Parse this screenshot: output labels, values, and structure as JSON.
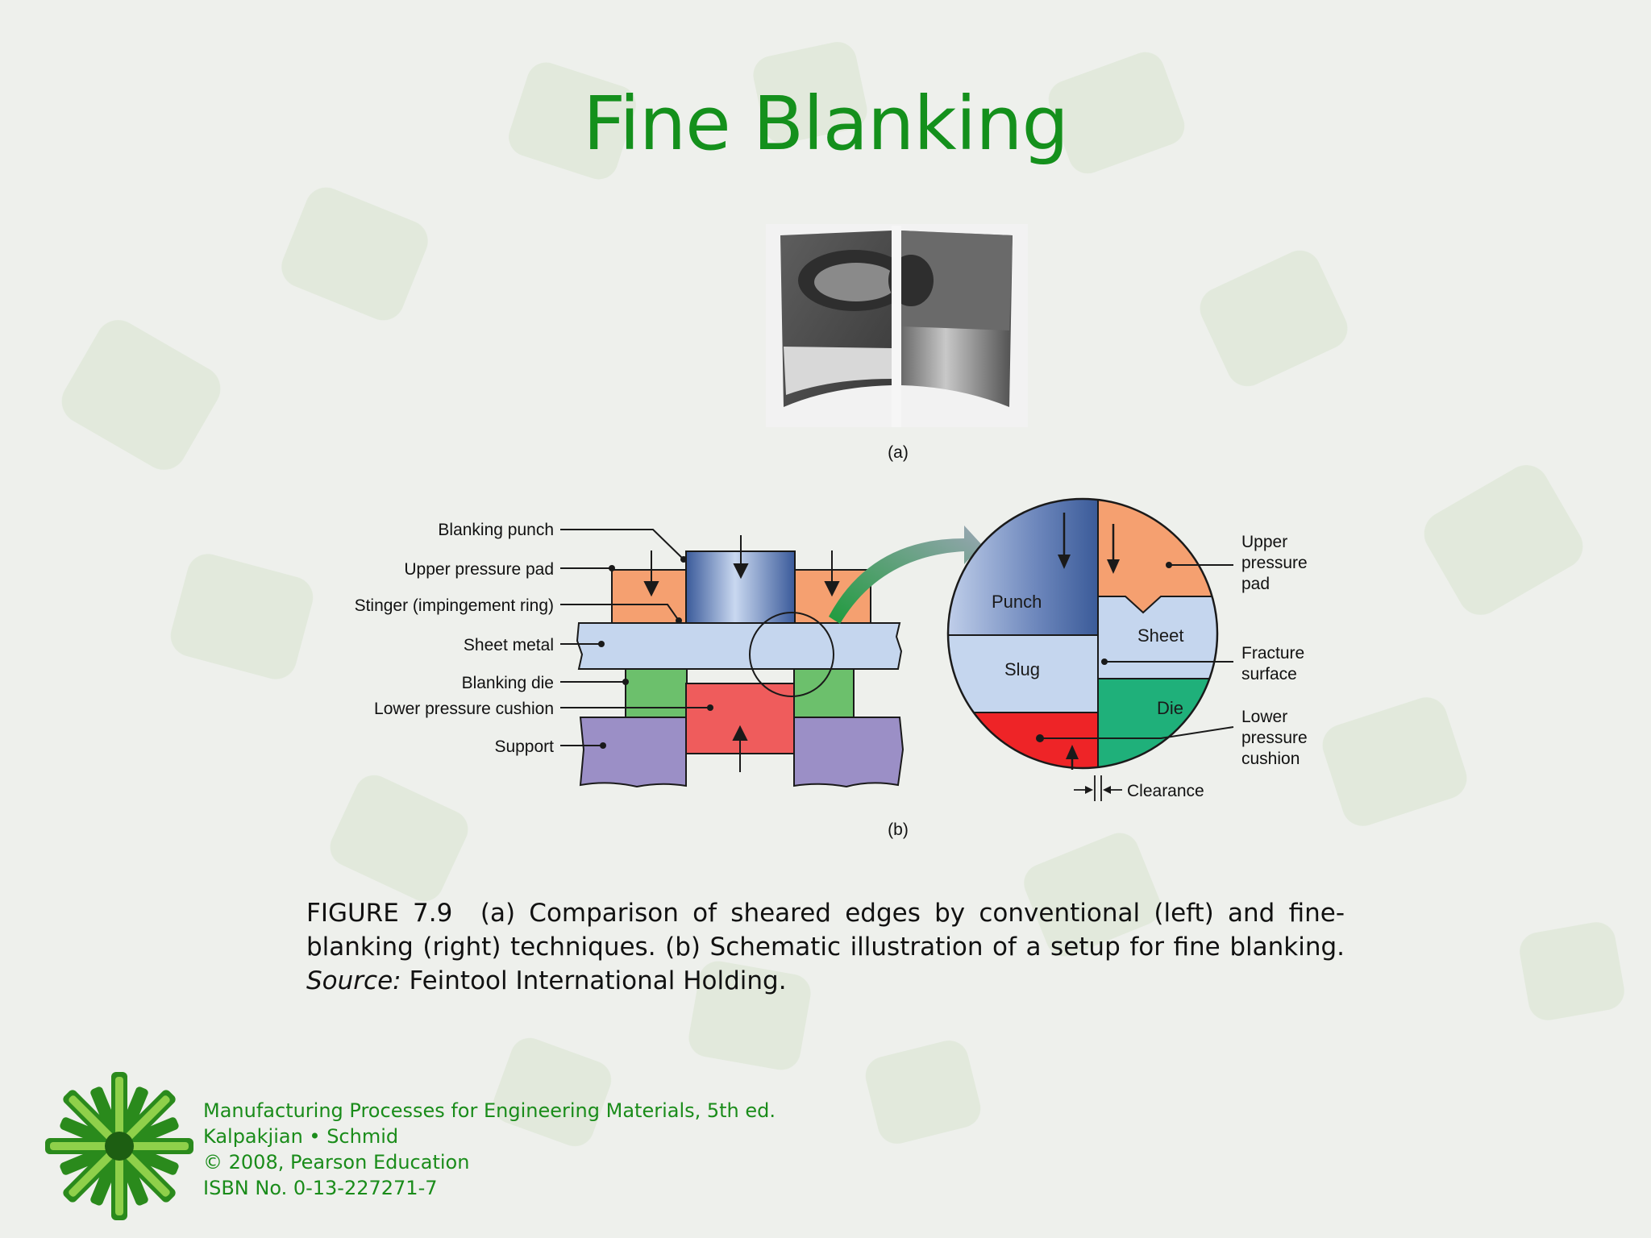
{
  "slide": {
    "title": "Fine Blanking"
  },
  "figure": {
    "panel_a_label": "(a)",
    "panel_b_label": "(b)",
    "left_labels": [
      "Blanking punch",
      "Upper pressure pad",
      "Stinger (impingement ring)",
      "Sheet metal",
      "Blanking die",
      "Lower pressure cushion",
      "Support"
    ],
    "detail": {
      "punch": "Punch",
      "sheet": "Sheet",
      "slug": "Slug",
      "die": "Die",
      "upper_pad": [
        "Upper",
        "pressure",
        "pad"
      ],
      "fracture": [
        "Fracture",
        "surface"
      ],
      "lower_cushion": [
        "Lower",
        "pressure",
        "cushion"
      ],
      "clearance": "Clearance"
    }
  },
  "caption": {
    "fig_label": "FIGURE 7.9",
    "text": "(a) Comparison of sheared edges by conventional (left) and fine-blanking (right) techniques. (b) Schematic illustration of a setup for fine blanking.",
    "source_label": "Source:",
    "source": "Feintool International Holding."
  },
  "footer": {
    "line1": "Manufacturing Processes for Engineering Materials, 5th ed.",
    "line2": "Kalpakjian • Schmid",
    "line3": "© 2008, Pearson Education",
    "line4": "ISBN No. 0-13-227271-7"
  },
  "colors": {
    "title_green": "#14901c",
    "pad_orange": "#f5a070",
    "sheet_blue": "#c5d6ee",
    "die_green": "#6cc06c",
    "cushion_red": "#ef5c5c",
    "support_purple": "#9b8fc6"
  }
}
